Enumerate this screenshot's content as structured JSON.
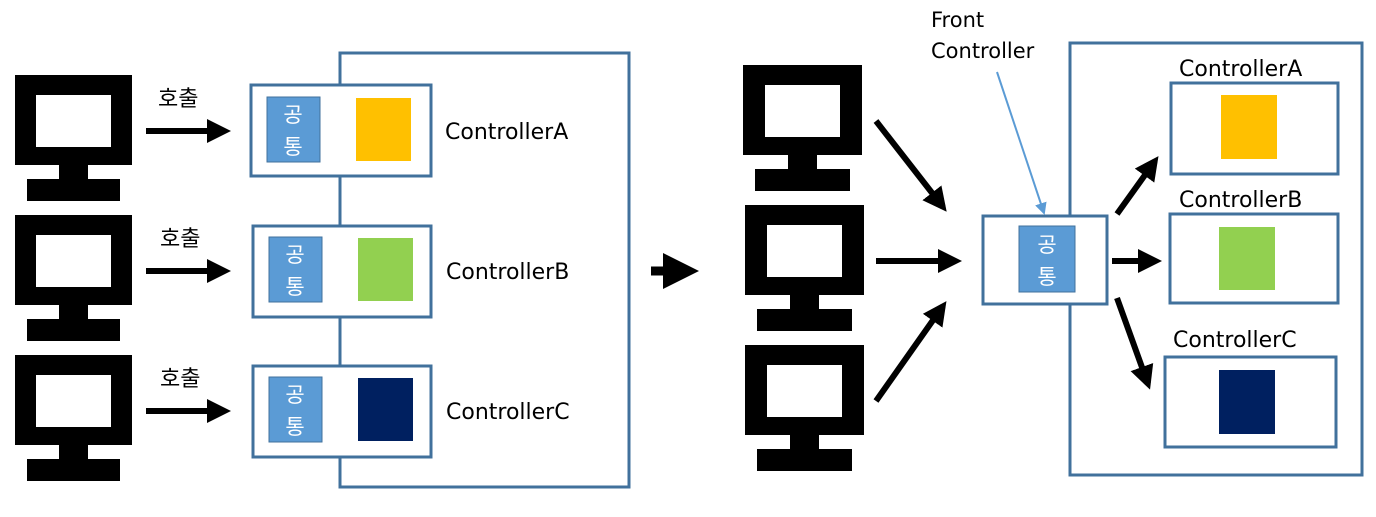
{
  "left": {
    "call_label": "호출",
    "common_label_top": "공",
    "common_label_bottom": "통",
    "controllers": [
      {
        "label": "ControllerA",
        "color": "#FFC000"
      },
      {
        "label": "ControllerB",
        "color": "#92D050"
      },
      {
        "label": "ControllerC",
        "color": "#002060"
      }
    ]
  },
  "right": {
    "front_controller_line1": "Front",
    "front_controller_line2": "Controller",
    "common_label_top": "공",
    "common_label_bottom": "통",
    "controllers": [
      {
        "label": "ControllerA",
        "color": "#FFC000"
      },
      {
        "label": "ControllerB",
        "color": "#92D050"
      },
      {
        "label": "ControllerC",
        "color": "#002060"
      }
    ]
  },
  "colors": {
    "box_border": "#41719C",
    "common_fill": "#5B9BD5",
    "pointer_line": "#5B9BD5",
    "monitor": "#000000"
  }
}
